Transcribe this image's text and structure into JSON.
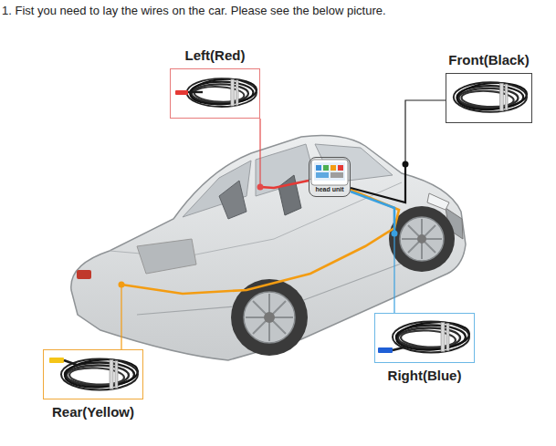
{
  "diagram": {
    "title": "1. Fist you need to lay the wires on the car. Please see the below picture.",
    "nodes": [
      {
        "text": [
          "Left(Red)"
        ]
      },
      {
        "text": [
          "Front(Black)"
        ]
      },
      {
        "text": [
          "head unit"
        ]
      },
      {
        "text": [
          "Right(Blue)"
        ]
      },
      {
        "text": [
          "Rear(Yellow)"
        ]
      }
    ]
  }
}
